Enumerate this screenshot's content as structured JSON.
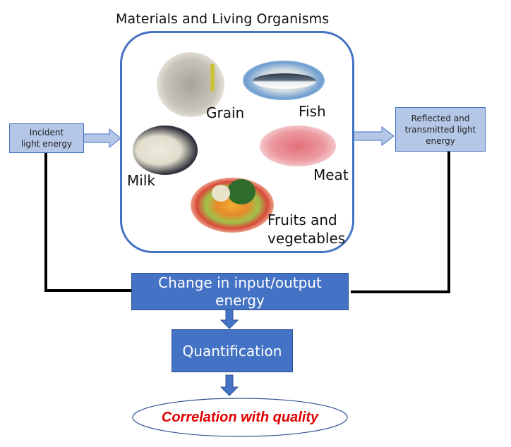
{
  "title": "Materials and Living Organisms",
  "inputs": {
    "incident": "Incident light energy",
    "incident_lines": [
      "Incident",
      "light energy"
    ],
    "reflected_lines": [
      "Reflected and",
      "transmitted light",
      "energy"
    ]
  },
  "materials": [
    {
      "label": "Grain",
      "icon": "grain-image"
    },
    {
      "label": "Fish",
      "icon": "fish-image"
    },
    {
      "label": "Milk",
      "icon": "milk-image"
    },
    {
      "label": "Meat",
      "icon": "meat-image"
    },
    {
      "label_lines": [
        "Fruits and",
        "vegetables"
      ],
      "icon": "fruits-vegetables-image"
    }
  ],
  "process": {
    "change_lines": [
      "Change in input/output",
      "energy"
    ],
    "quantification": "Quantification",
    "result": "Correlation with quality"
  },
  "colors": {
    "box_blue": "#4472c4",
    "light_blue": "#b4c7e7",
    "result_red": "#e00000",
    "connector": "#000000"
  }
}
